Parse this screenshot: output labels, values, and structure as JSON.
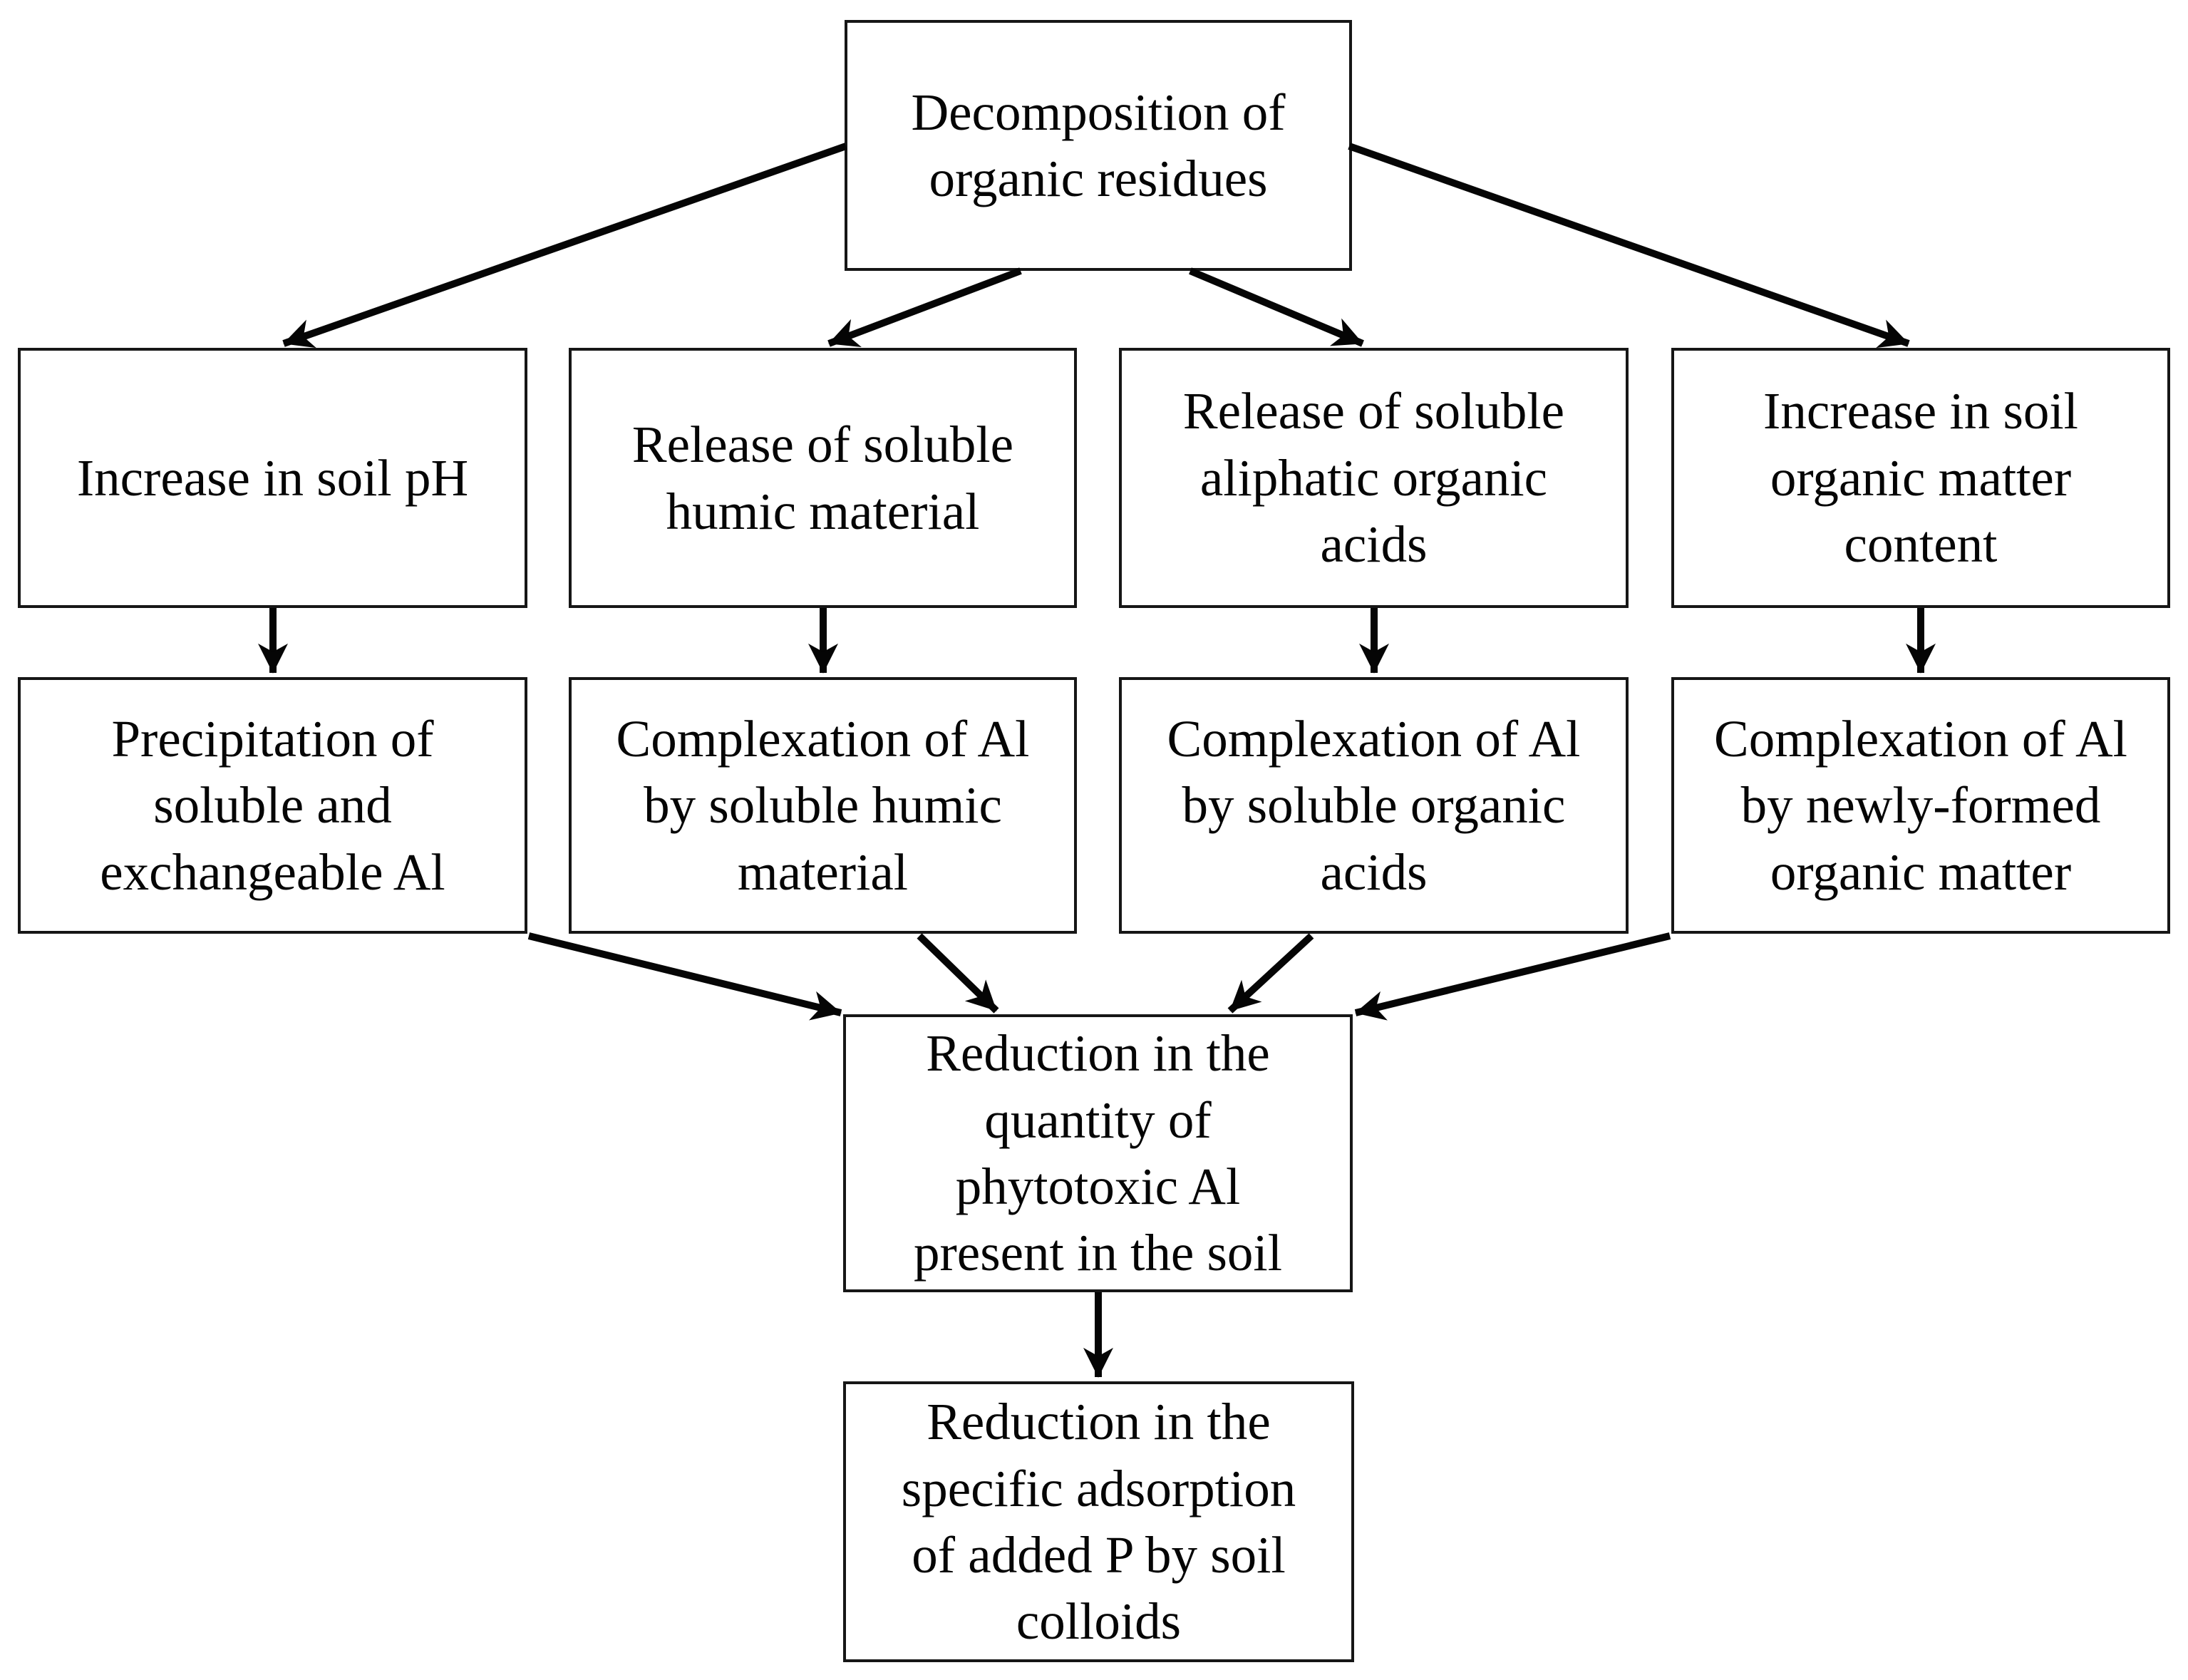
{
  "diagram": {
    "title": "Flowchart: decomposition of organic residues and reduction of P adsorption",
    "background_color": "#ffffff",
    "box_border_color": "#161616",
    "text_color": "#050505",
    "arrow_color": "#050505"
  },
  "nodes": {
    "decomposition": {
      "label": "Decomposition of\norganic residues"
    },
    "soil_ph": {
      "label": "Increase in soil pH"
    },
    "humic_release": {
      "label": "Release of soluble\nhumic material"
    },
    "aliphatic_release": {
      "label": "Release of soluble\naliphatic organic\nacids"
    },
    "som_increase": {
      "label": "Increase in soil\norganic matter\ncontent"
    },
    "precipitation": {
      "label": "Precipitation of\nsoluble and\nexchangeable Al"
    },
    "complexation_humic": {
      "label": "Complexation of Al\nby soluble humic\nmaterial"
    },
    "complexation_acids": {
      "label": "Complexation of Al\nby soluble organic\nacids"
    },
    "complexation_om": {
      "label": "Complexation of Al\nby newly-formed\norganic matter"
    },
    "phytotoxic_reduction": {
      "label": "Reduction in the\nquantity of\nphytotoxic Al\npresent in the soil"
    },
    "p_adsorption_reduction": {
      "label": "Reduction in the\nspecific adsorption\nof added P by soil\ncolloids"
    }
  },
  "edges": [
    {
      "from": "decomposition",
      "to": "soil_ph"
    },
    {
      "from": "decomposition",
      "to": "humic_release"
    },
    {
      "from": "decomposition",
      "to": "aliphatic_release"
    },
    {
      "from": "decomposition",
      "to": "som_increase"
    },
    {
      "from": "soil_ph",
      "to": "precipitation"
    },
    {
      "from": "humic_release",
      "to": "complexation_humic"
    },
    {
      "from": "aliphatic_release",
      "to": "complexation_acids"
    },
    {
      "from": "som_increase",
      "to": "complexation_om"
    },
    {
      "from": "precipitation",
      "to": "phytotoxic_reduction"
    },
    {
      "from": "complexation_humic",
      "to": "phytotoxic_reduction"
    },
    {
      "from": "complexation_acids",
      "to": "phytotoxic_reduction"
    },
    {
      "from": "complexation_om",
      "to": "phytotoxic_reduction"
    },
    {
      "from": "phytotoxic_reduction",
      "to": "p_adsorption_reduction"
    }
  ]
}
